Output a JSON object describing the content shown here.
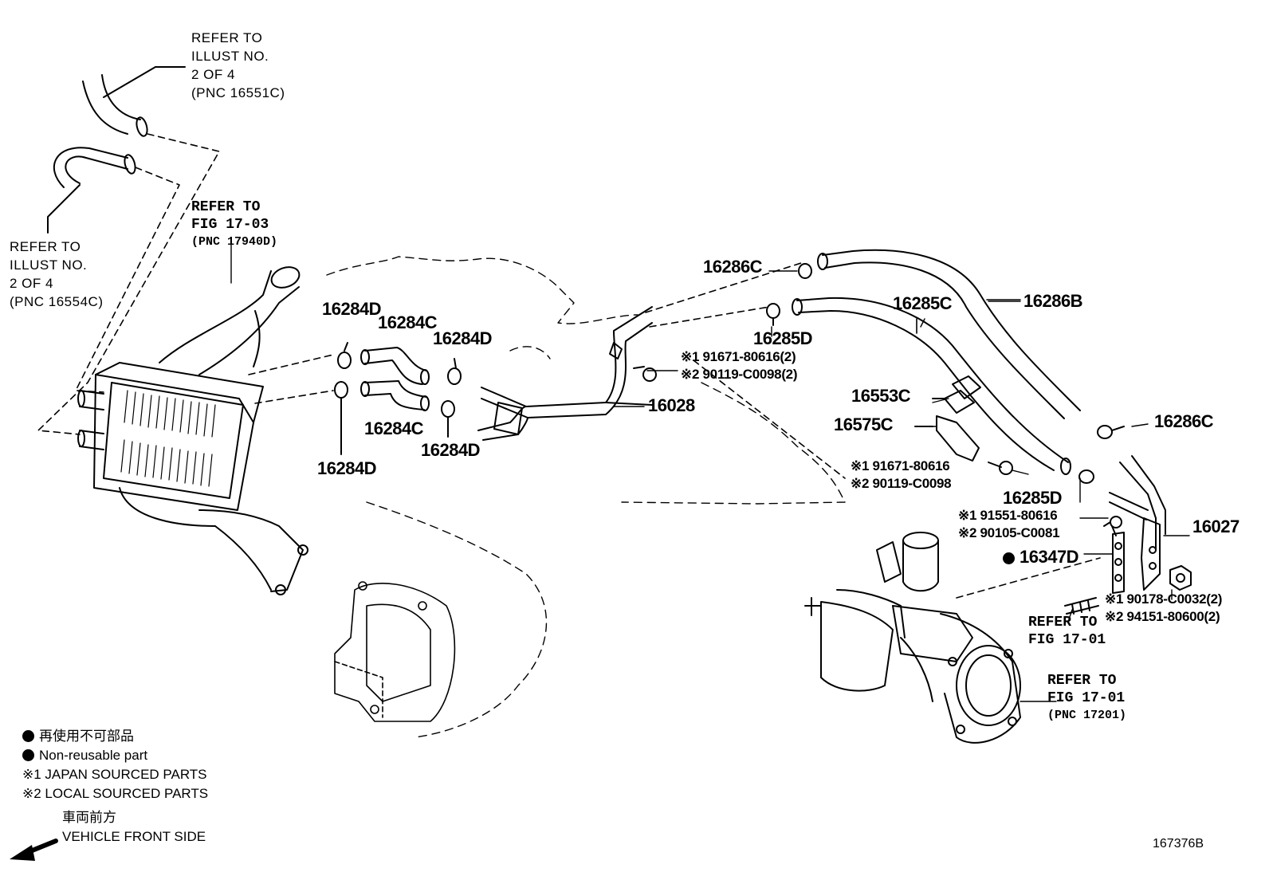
{
  "refs": {
    "illust_16551": [
      "REFER TO",
      "ILLUST NO.",
      "2 OF 4",
      "(PNC 16551C)"
    ],
    "illust_16554": [
      "REFER TO",
      "ILLUST NO.",
      "2 OF 4",
      "(PNC 16554C)"
    ],
    "fig_1703": [
      "REFER TO",
      "FIG 17-03",
      "(PNC 17940D)"
    ],
    "fig_1701_a": [
      "REFER TO",
      "FIG 17-01"
    ],
    "fig_1701_b": [
      "REFER TO",
      "FIG 17-01",
      "(PNC 17201)"
    ]
  },
  "parts": {
    "p16284d_1": "16284D",
    "p16284c_1": "16284C",
    "p16284d_2": "16284D",
    "p16284c_2": "16284C",
    "p16284d_3": "16284D",
    "p16284d_4": "16284D",
    "p16028": "16028",
    "p16286c_1": "16286C",
    "p16285d_1": "16285D",
    "p16285c": "16285C",
    "p16286b": "16286B",
    "p16553c": "16553C",
    "p16575c": "16575C",
    "p16286c_2": "16286C",
    "p16285d_2": "16285D",
    "p16027": "16027",
    "p16347d": "16347D"
  },
  "notes": {
    "bolt_1_a": "※1 91671-80616(2)",
    "bolt_1_b": "※2 90119-C0098(2)",
    "bolt_2_a": "※1 91671-80616",
    "bolt_2_b": "※2 90119-C0098",
    "bolt_3_a": "※1 91551-80616",
    "bolt_3_b": "※2 90105-C0081",
    "nut_a": "※1 90178-C0032(2)",
    "nut_b": "※2 94151-80600(2)"
  },
  "legend": {
    "jp_nonreusable": "再使用不可部品",
    "nonreusable": "Non-reusable part",
    "japan": "※1 JAPAN SOURCED PARTS",
    "local": "※2 LOCAL SOURCED PARTS",
    "front_jp": "車両前方",
    "front": "VEHICLE FRONT SIDE"
  },
  "figure_number": "167376B"
}
